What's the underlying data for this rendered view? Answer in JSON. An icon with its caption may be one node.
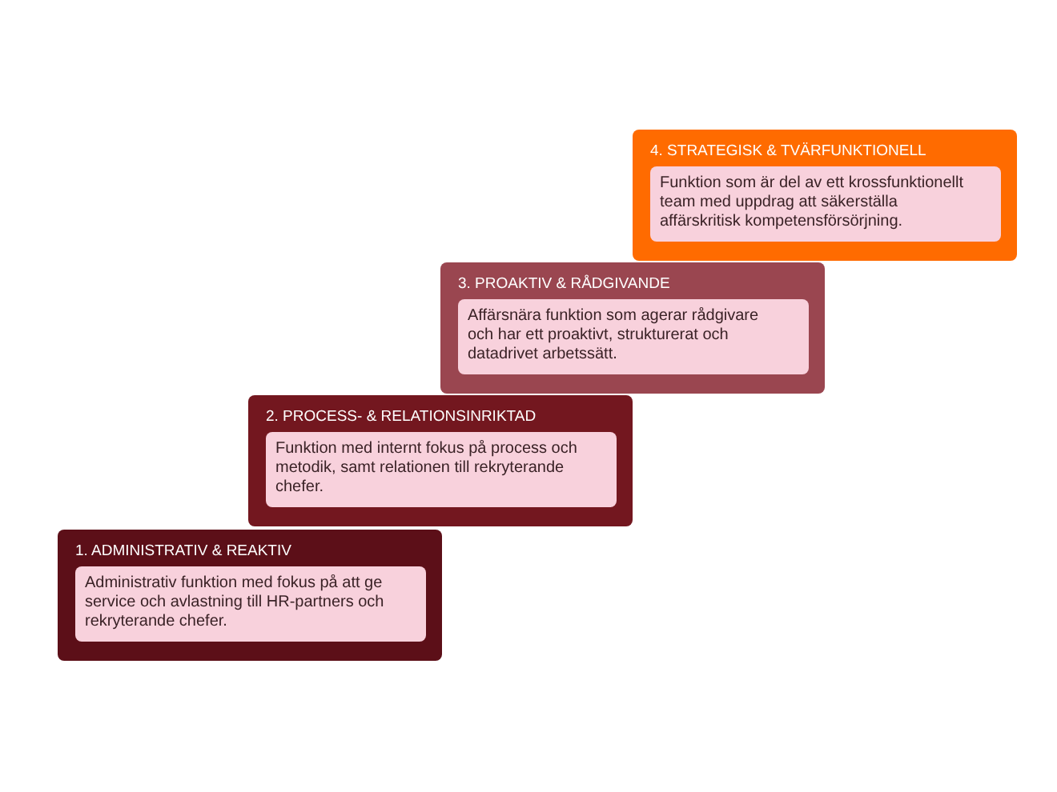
{
  "diagram": {
    "nodes": [
      {
        "text": [
          "1. ADMINISTRATIV & REAKTIV"
        ]
      },
      {
        "text": [
          "Administrativ funktion med fokus på att ge service och avlastning till HR-partners och rekryterande chefer."
        ],
        "in": 0
      },
      {
        "text": [
          "2. PROCESS- & RELATIONSINRIKTAD"
        ]
      },
      {
        "text": [
          "Funktion med internt fokus på process och metodik, samt relationen till rekryterande chefer."
        ],
        "in": 2
      },
      {
        "text": [
          "3. PROAKTIV & RÅDGIVANDE"
        ]
      },
      {
        "text": [
          "Affärsnära funktion som agerar rådgivare och har ett proaktivt, strukturerat och datadrivet arbetssätt."
        ],
        "in": 4
      },
      {
        "text": [
          "4. STRATEGISK & TVÄRFUNKTIONELL"
        ]
      },
      {
        "text": [
          "Funktion som är del av ett krossfunktionellt team med uppdrag att säkerställa affärskritisk kompetensförsörjning."
        ],
        "in": 6
      }
    ]
  }
}
